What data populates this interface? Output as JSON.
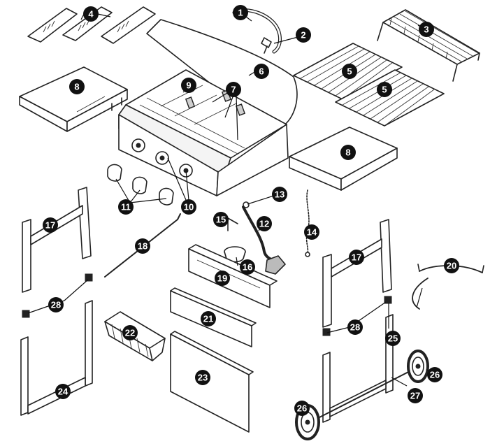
{
  "callouts": [
    {
      "id": "c1",
      "label": "1"
    },
    {
      "id": "c2",
      "label": "2"
    },
    {
      "id": "c3",
      "label": "3"
    },
    {
      "id": "c4",
      "label": "4"
    },
    {
      "id": "c5a",
      "label": "5"
    },
    {
      "id": "c5b",
      "label": "5"
    },
    {
      "id": "c6",
      "label": "6"
    },
    {
      "id": "c7",
      "label": "7"
    },
    {
      "id": "c8a",
      "label": "8"
    },
    {
      "id": "c8b",
      "label": "8"
    },
    {
      "id": "c9",
      "label": "9"
    },
    {
      "id": "c10",
      "label": "10"
    },
    {
      "id": "c11",
      "label": "11"
    },
    {
      "id": "c12",
      "label": "12"
    },
    {
      "id": "c13",
      "label": "13"
    },
    {
      "id": "c14",
      "label": "14"
    },
    {
      "id": "c15",
      "label": "15"
    },
    {
      "id": "c16",
      "label": "16"
    },
    {
      "id": "c17a",
      "label": "17"
    },
    {
      "id": "c17b",
      "label": "17"
    },
    {
      "id": "c18",
      "label": "18"
    },
    {
      "id": "c19",
      "label": "19"
    },
    {
      "id": "c20",
      "label": "20"
    },
    {
      "id": "c21",
      "label": "21"
    },
    {
      "id": "c22",
      "label": "22"
    },
    {
      "id": "c23",
      "label": "23"
    },
    {
      "id": "c24",
      "label": "24"
    },
    {
      "id": "c25",
      "label": "25"
    },
    {
      "id": "c26a",
      "label": "26"
    },
    {
      "id": "c26b",
      "label": "26"
    },
    {
      "id": "c27",
      "label": "27"
    },
    {
      "id": "c28a",
      "label": "28"
    },
    {
      "id": "c28b",
      "label": "28"
    }
  ]
}
